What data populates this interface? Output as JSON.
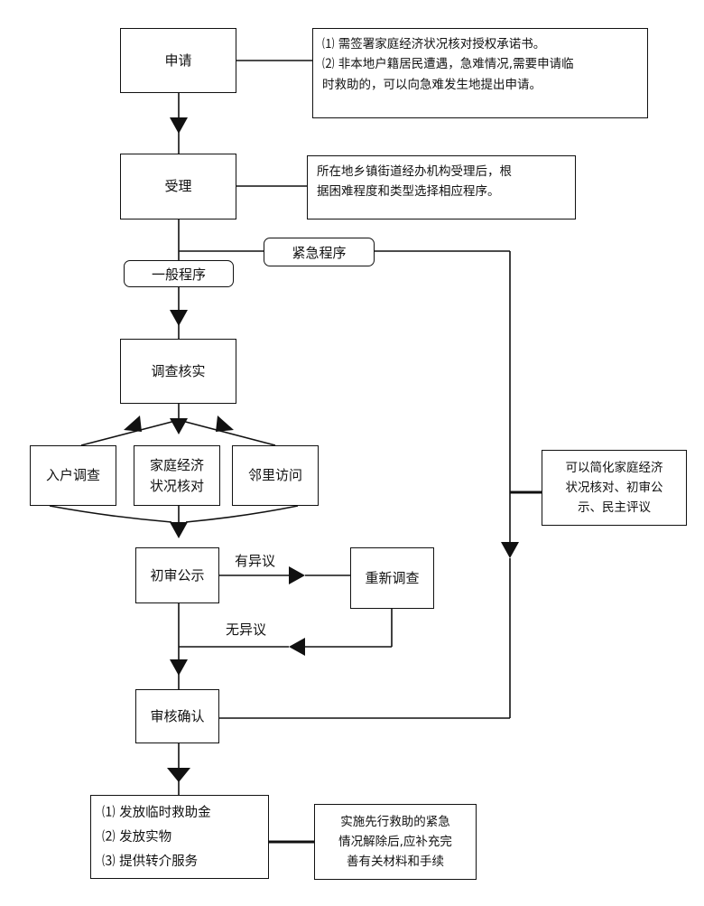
{
  "nodes": {
    "apply": "申请",
    "accept": "受理",
    "investigate": "调查核实",
    "home_visit": "入户调查",
    "econ_check": "家庭经济\n状况核对",
    "neighbor": "邻里访问",
    "publicity": "初审公示",
    "reinvestigate": "重新调查",
    "approve": "审核确认"
  },
  "notes": {
    "apply_note": [
      "⑴ 需签署家庭经济状况核对授权承诺书。",
      "⑵ 非本地户籍居民遭遇，急难情况,需要申请临",
      "时救助的，可以向急难发生地提出申请。"
    ],
    "accept_note": [
      "所在地乡镇街道经办机构受理后，根",
      "据困难程度和类型选择相应程序。"
    ],
    "emergency_note": [
      "可以简化家庭经济",
      "状况核对、初审公",
      "示、民主评议"
    ],
    "final_note": [
      "实施先行救助的紧急",
      "情况解除后,应补充完",
      "善有关材料和手续"
    ]
  },
  "branches": {
    "emergency": "紧急程序",
    "general": "一般程序",
    "has_objection": "有异议",
    "no_objection": "无异议"
  },
  "outcomes": [
    "⑴ 发放临时救助金",
    "⑵ 发放实物",
    "⑶ 提供转介服务"
  ]
}
